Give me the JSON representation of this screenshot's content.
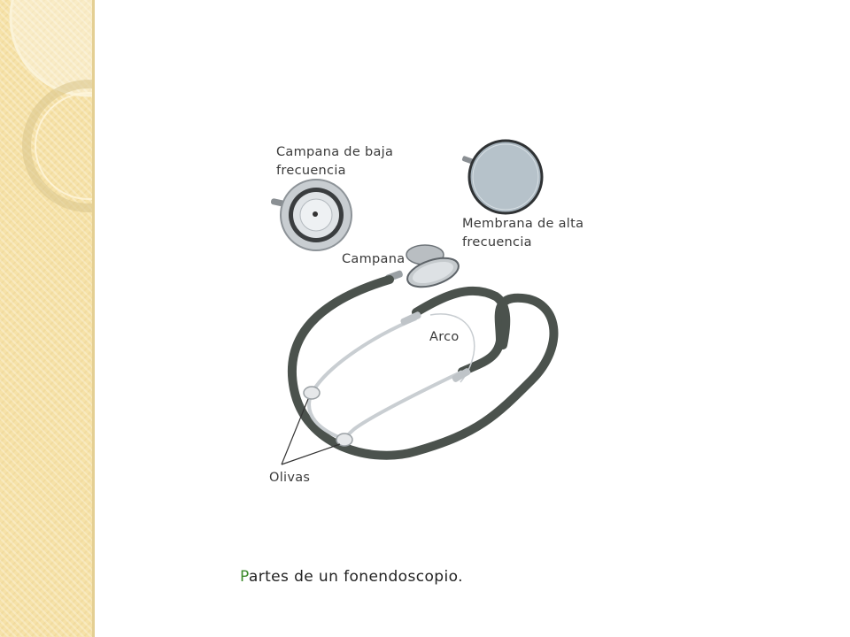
{
  "labels": {
    "campana_baja_line1": "Campana de baja",
    "campana_baja_line2": "frecuencia",
    "membrana_line1": "Membrana de alta",
    "membrana_line2": "frecuencia",
    "campana": "Campana",
    "arco": "Arco",
    "olivas": "Olivas"
  },
  "caption": {
    "first_letter": "P",
    "rest": "artes de un fonendoscopio."
  },
  "colors": {
    "side_panel": "#f6e2a8",
    "caption_accent": "#3d8a2b",
    "tubing": "#4b524d",
    "membrane": "#a9b6bf"
  }
}
